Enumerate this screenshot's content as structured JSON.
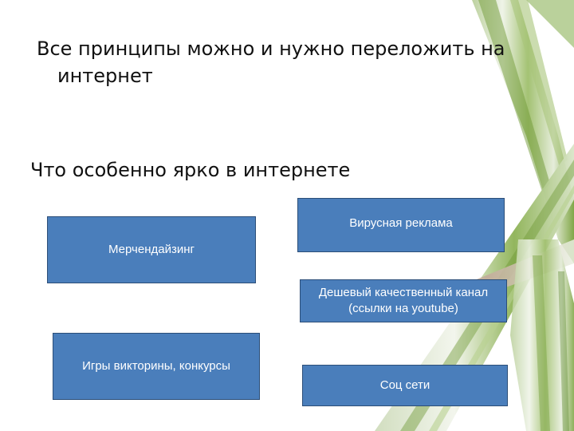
{
  "slide": {
    "title": "Все принципы можно и нужно переложить на интернет",
    "subtitle": "Что особенно ярко в  интернете",
    "boxes": {
      "viral": "Вирусная реклама",
      "merch": "Мерчендайзинг",
      "cheap": "Дешевый качественный канал (ссылки на youtube)",
      "games": "Игры викторины, конкурсы",
      "social": "Соц сети"
    },
    "colors": {
      "box_fill": "#4a7ebb",
      "box_border": "#2c4e78",
      "grass_light": "#e6eedc",
      "grass_green": "#86b04a",
      "grass_dark": "#5c8a2e"
    },
    "decor": "grass-blades-image"
  }
}
